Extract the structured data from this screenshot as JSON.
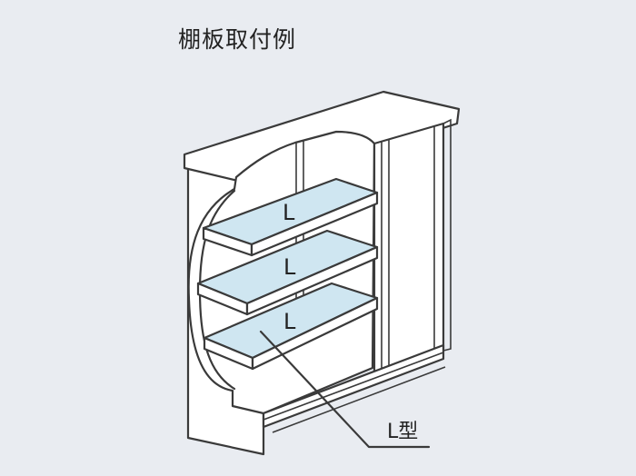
{
  "title": "棚板取付例",
  "shelves": [
    {
      "label": "L"
    },
    {
      "label": "L"
    },
    {
      "label": "L"
    }
  ],
  "callout": {
    "label": "L型"
  },
  "colors": {
    "background": "#e9ecf1",
    "shelf": "#cfe6f1",
    "line": "#3a3a3a"
  }
}
